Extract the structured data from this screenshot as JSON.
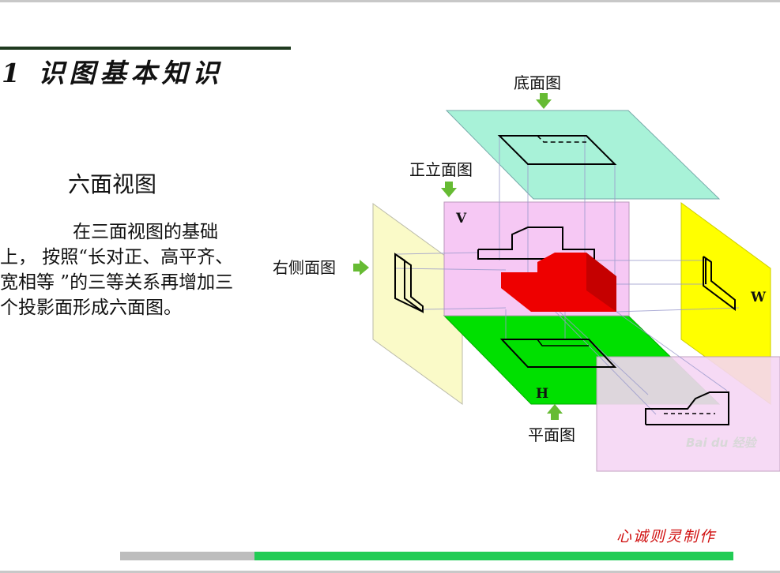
{
  "title": "1 识图基本知识",
  "subtitle": "六面视图",
  "paragraph": "在三面视图的基础上， 按照“长对正、高平齐、宽相等 ”的三等关系再增加三个投影面形成六面图。",
  "signature": "心诚则灵制作",
  "diagram": {
    "labels": {
      "bottom_view": "底面图",
      "front_view": "正立面图",
      "right_view": "右侧面图",
      "top_view": "平面图"
    },
    "plane_letters": {
      "v": "V",
      "w": "W",
      "h": "H"
    },
    "watermark": "Bai du 经验",
    "colors": {
      "bottom_plane": "#a8f2d8",
      "front_plane": "#f6c8f4",
      "right_plane": "#fafac8",
      "left_plane": "#ffff00",
      "horizontal_plane": "#00e000",
      "back_plane": "#f6d6f4",
      "solid": "#ee0000",
      "arrow": "#66bb33"
    }
  }
}
